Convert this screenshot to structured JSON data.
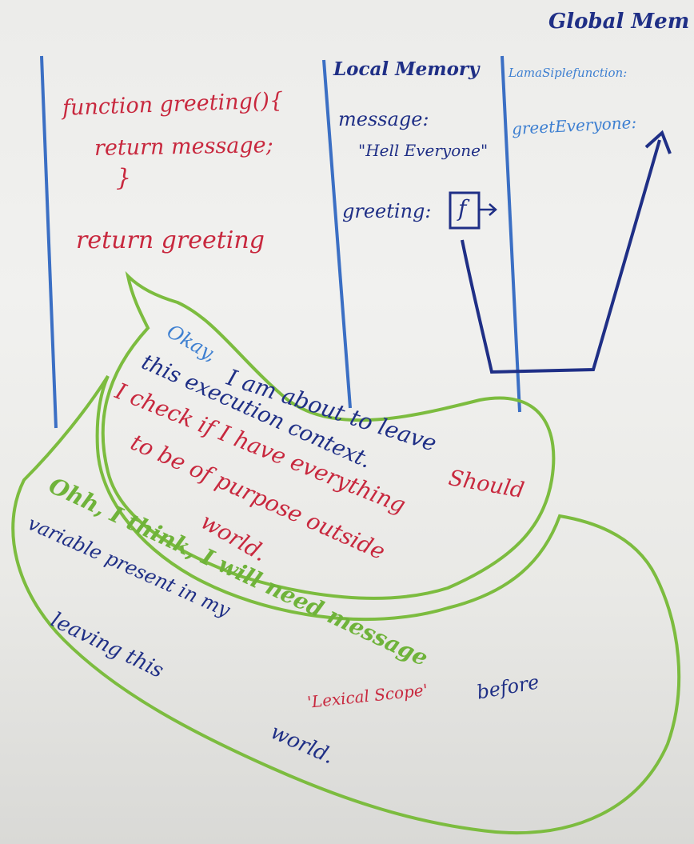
{
  "code": {
    "line1": "function greeting(){",
    "line2": "return message;",
    "line3": "}",
    "line4": "return greeting"
  },
  "local_memory": {
    "title": "Local Memory",
    "message_label": "message:",
    "message_value": "\"Hell Everyone\"",
    "greeting_label": "greeting:",
    "function_box": "f"
  },
  "global_memory": {
    "title": "Global Mem",
    "entry1": "LamaSiplefunction:",
    "entry2": "greetEveryone:"
  },
  "thought_inner": {
    "line1": "Okay,",
    "line1b": "I am about to leave",
    "line2": "this execution context.",
    "line2b": "Should",
    "line3": "I check if I have everything",
    "line4": "to be of purpose outside",
    "line5": "world."
  },
  "thought_outer": {
    "line1": "Ohh, I think, I will need message",
    "line2a": "variable present in my",
    "line2b": "'Lexical Scope'",
    "line2c": "before",
    "line3": "leaving this",
    "line4": "world."
  },
  "colors": {
    "code_red": "#c8283e",
    "marker_blue": "#1f2f86",
    "light_blue": "#3d7fd1",
    "bubble_green": "#7cbc3f",
    "column_line": "#3b6fc4"
  }
}
